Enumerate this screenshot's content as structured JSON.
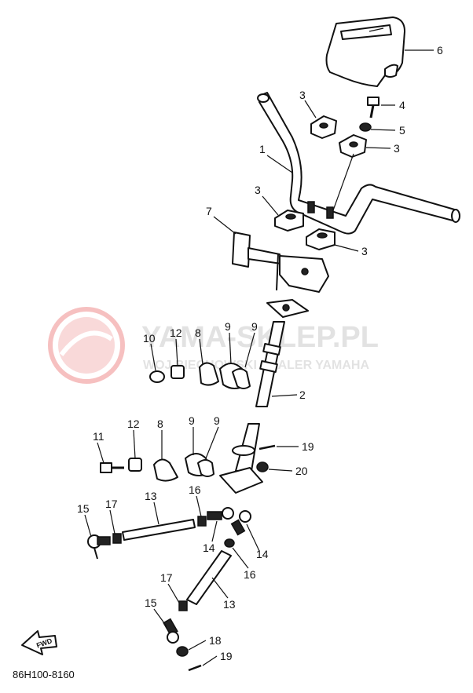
{
  "diagram": {
    "code": "86H100-8160",
    "fwd_label": "FWD",
    "parts": [
      {
        "id": "1",
        "name": "handlebar"
      },
      {
        "id": "2",
        "name": "steering-shaft"
      },
      {
        "id": "3",
        "name": "handlebar-holder"
      },
      {
        "id": "4",
        "name": "bolt"
      },
      {
        "id": "5",
        "name": "nut"
      },
      {
        "id": "6",
        "name": "handlebar-pad"
      },
      {
        "id": "7",
        "name": "bracket"
      },
      {
        "id": "8",
        "name": "bushing-holder"
      },
      {
        "id": "9",
        "name": "bushing"
      },
      {
        "id": "10",
        "name": "nut-cap"
      },
      {
        "id": "11",
        "name": "bolt"
      },
      {
        "id": "12",
        "name": "nut"
      },
      {
        "id": "13",
        "name": "tie-rod"
      },
      {
        "id": "14",
        "name": "rod-end"
      },
      {
        "id": "15",
        "name": "rod-end"
      },
      {
        "id": "16",
        "name": "locknut"
      },
      {
        "id": "17",
        "name": "locknut"
      },
      {
        "id": "18",
        "name": "nut"
      },
      {
        "id": "19",
        "name": "cotter-pin"
      },
      {
        "id": "20",
        "name": "nut"
      }
    ]
  },
  "watermark": {
    "title": "YAMA-SKLEP.PL",
    "subtitle": "WOJ.BIECHOWSKI DEALER YAMAHA"
  }
}
